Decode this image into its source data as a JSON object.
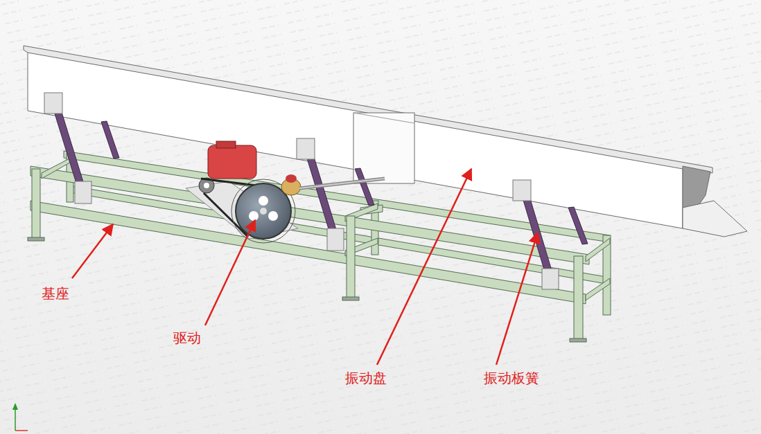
{
  "diagram": {
    "labels": [
      "基座",
      "驱动",
      "振动盘",
      "振动板簧"
    ]
  }
}
